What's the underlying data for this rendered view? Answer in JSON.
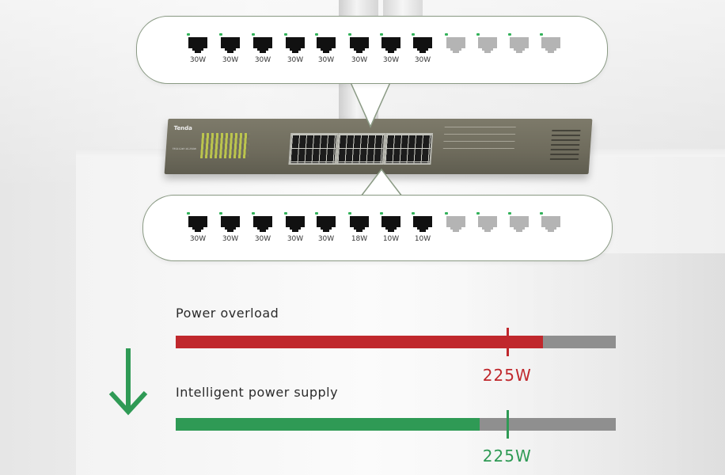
{
  "scene": {
    "device": {
      "brand": "Tenda",
      "model_line": "TEG1124P-16-250W"
    },
    "colors": {
      "overload_red": "#c0282d",
      "supply_green": "#2f9a55",
      "bar_gray": "#8f8f8f",
      "bubble_border": "#8a9a84",
      "port_active": "#111111",
      "port_inactive": "#b4b4b4",
      "port_led": "#33b25a"
    }
  },
  "top_bubble": {
    "ports": [
      {
        "label": "30W",
        "active": true
      },
      {
        "label": "30W",
        "active": true
      },
      {
        "label": "30W",
        "active": true
      },
      {
        "label": "30W",
        "active": true
      },
      {
        "label": "30W",
        "active": true
      },
      {
        "label": "30W",
        "active": true
      },
      {
        "label": "30W",
        "active": true
      },
      {
        "label": "30W",
        "active": true
      },
      {
        "label": "",
        "active": false
      },
      {
        "label": "",
        "active": false
      },
      {
        "label": "",
        "active": false
      },
      {
        "label": "",
        "active": false
      }
    ]
  },
  "bottom_bubble": {
    "ports": [
      {
        "label": "30W",
        "active": true
      },
      {
        "label": "30W",
        "active": true
      },
      {
        "label": "30W",
        "active": true
      },
      {
        "label": "30W",
        "active": true
      },
      {
        "label": "30W",
        "active": true
      },
      {
        "label": "18W",
        "active": true
      },
      {
        "label": "10W",
        "active": true
      },
      {
        "label": "10W",
        "active": true
      },
      {
        "label": "",
        "active": false
      },
      {
        "label": "",
        "active": false
      },
      {
        "label": "",
        "active": false
      },
      {
        "label": "",
        "active": false
      }
    ]
  },
  "power_overload": {
    "title": "Power overload",
    "limit_label": "225W",
    "fill_fraction": 0.835,
    "limit_fraction": 0.755
  },
  "intelligent_supply": {
    "title": "Intelligent power supply",
    "limit_label": "225W",
    "fill_fraction": 0.69,
    "limit_fraction": 0.755
  },
  "icons": {
    "transition_arrow": "arrow-down-icon",
    "port": "ethernet-port-icon"
  }
}
